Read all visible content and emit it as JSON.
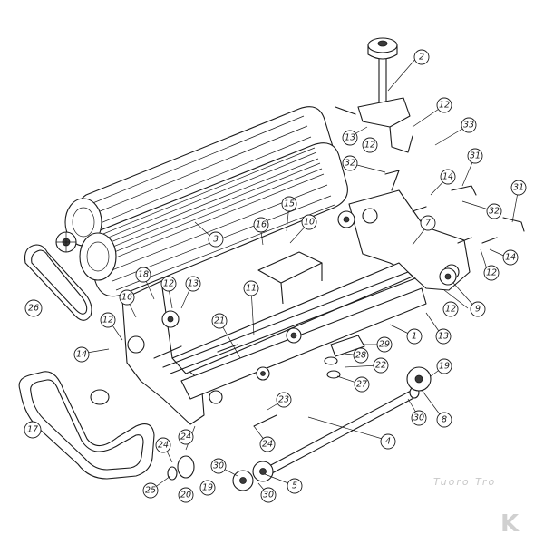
{
  "callouts": [
    "1",
    "2",
    "3",
    "4",
    "5",
    "7",
    "8",
    "9",
    "10",
    "11",
    "12",
    "13",
    "14",
    "15",
    "16",
    "17",
    "18",
    "19",
    "20",
    "21",
    "22",
    "23",
    "24",
    "25",
    "26",
    "27",
    "28",
    "29",
    "30",
    "31",
    "32",
    "33"
  ],
  "watermark": "Tuoro Tro",
  "brand_mark": "K",
  "colors": {
    "line": "#1a1a1a",
    "background": "#ffffff",
    "watermark": "#c8c8c8"
  }
}
